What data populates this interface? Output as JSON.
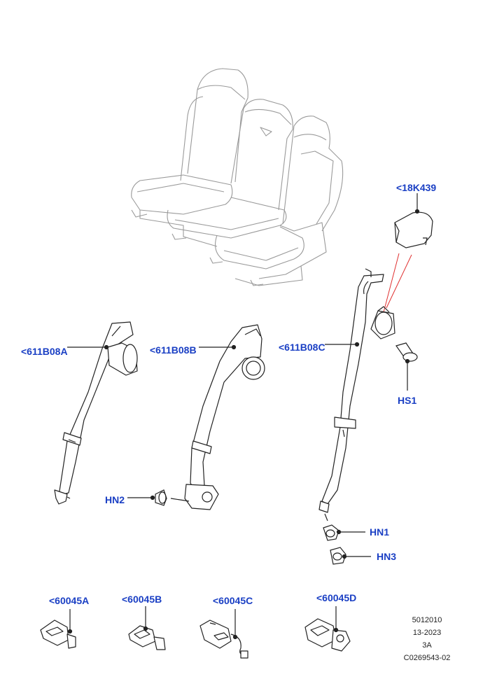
{
  "parts": {
    "cover": "<18K439",
    "belt_a": "<611B08A",
    "belt_b": "<611B08B",
    "belt_c": "<611B08C",
    "bolt_hs1": "HS1",
    "nut_hn2": "HN2",
    "nut_hn1": "HN1",
    "nut_hn3": "HN3",
    "buckle_a": "<60045A",
    "buckle_b": "<60045B",
    "buckle_c": "<60045C",
    "buckle_d": "<60045D"
  },
  "footer": {
    "code": "5012010",
    "date": "13-2023",
    "rev": "3A",
    "ref": "C0269543-02"
  },
  "colors": {
    "label": "#1a3fc4",
    "line": "#222222",
    "seat_line": "#9a9a9a",
    "leader_red": "#e03030"
  }
}
